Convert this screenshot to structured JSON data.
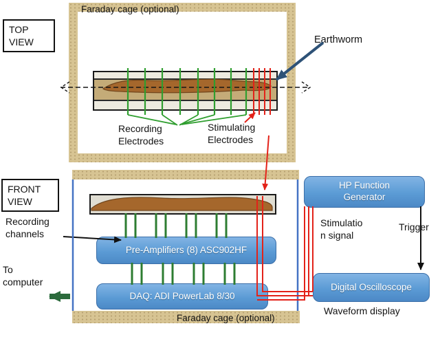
{
  "colors": {
    "cage_tan": "#d7c493",
    "device_box_blue": "#5b9bd5",
    "recording_electrode_green": "#2f9e2f",
    "stimulation_wire_red": "#e32219",
    "earthworm_brown": "#a5672c",
    "earthworm_arrow_blue": "#2e5277",
    "to_computer_arrow_green": "#2b6a3c",
    "front_cage_side_blue": "#4472c4"
  },
  "top_view": {
    "view_label": "TOP\nVIEW",
    "cage_label": "Faraday cage (optional)",
    "earthworm_label": "Earthworm",
    "recording_electrodes_label": "Recording\nElectrodes",
    "stimulating_electrodes_label": "Stimulating\nElectrodes"
  },
  "front_view": {
    "view_label": "FRONT\nVIEW",
    "cage_label": "Faraday cage (optional)",
    "recording_channels_label": "Recording\nchannels",
    "to_computer_label": "To\ncomputer",
    "preamp_label": "Pre-Amplifiers (8) ASC902HF",
    "daq_label": "DAQ: ADI PowerLab 8/30",
    "hp_generator_label": "HP Function\nGenerator",
    "stimulation_signal_label": "Stimulatio\nn signal",
    "trigger_label": "Trigger",
    "oscilloscope_label": "Digital Oscilloscope",
    "waveform_display_label": "Waveform display"
  }
}
